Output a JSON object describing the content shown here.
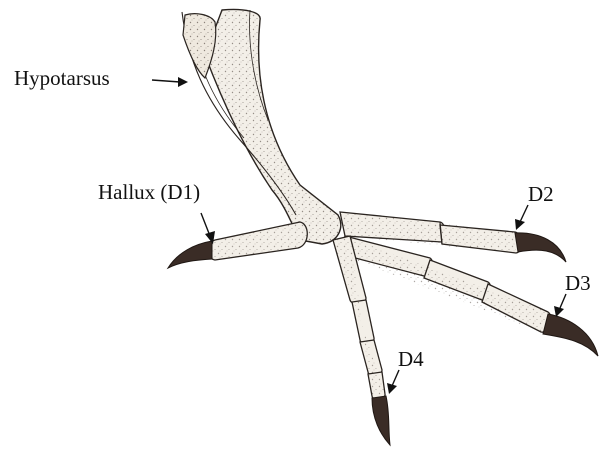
{
  "labels": {
    "hypotarsus": "Hypotarsus",
    "hallux": "Hallux (D1)",
    "d2": "D2",
    "d3": "D3",
    "d4": "D4"
  },
  "colors": {
    "ink": "#2a2420",
    "bone_fill": "#f3efe8",
    "claw": "#3a2c26",
    "background": "#ffffff"
  }
}
